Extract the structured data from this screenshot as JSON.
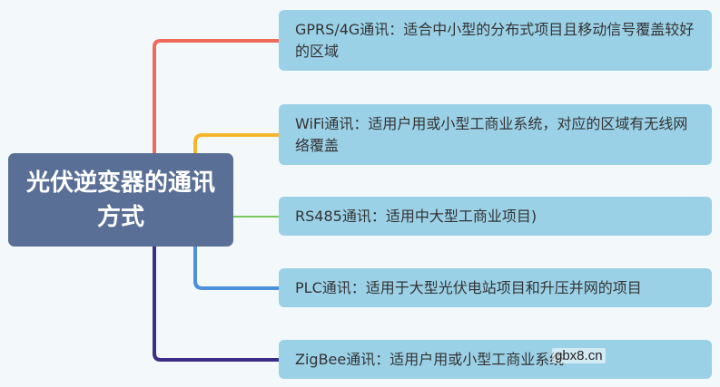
{
  "root": {
    "title": "光伏逆变器的通讯方式"
  },
  "branches": [
    {
      "text": "GPRS/4G通讯：适合中小型的分布式项目且移动信号覆盖较好的区域",
      "line_color": "#ee6b5b"
    },
    {
      "text": "WiFi通讯：适用户用或小型工商业系统，对应的区域有无线网络覆盖",
      "line_color": "#f6b62b"
    },
    {
      "text": "RS485通讯：适用中大型工商业项目)",
      "line_color": "#79c95a"
    },
    {
      "text": "PLC通讯：适用于大型光伏电站项目和升压并网的项目",
      "line_color": "#4c8fdc"
    },
    {
      "text": "ZigBee通讯：适用户用或小型工商业系统",
      "line_color": "#3b2e86"
    }
  ],
  "watermark": {
    "text": "gbx8.cn"
  }
}
